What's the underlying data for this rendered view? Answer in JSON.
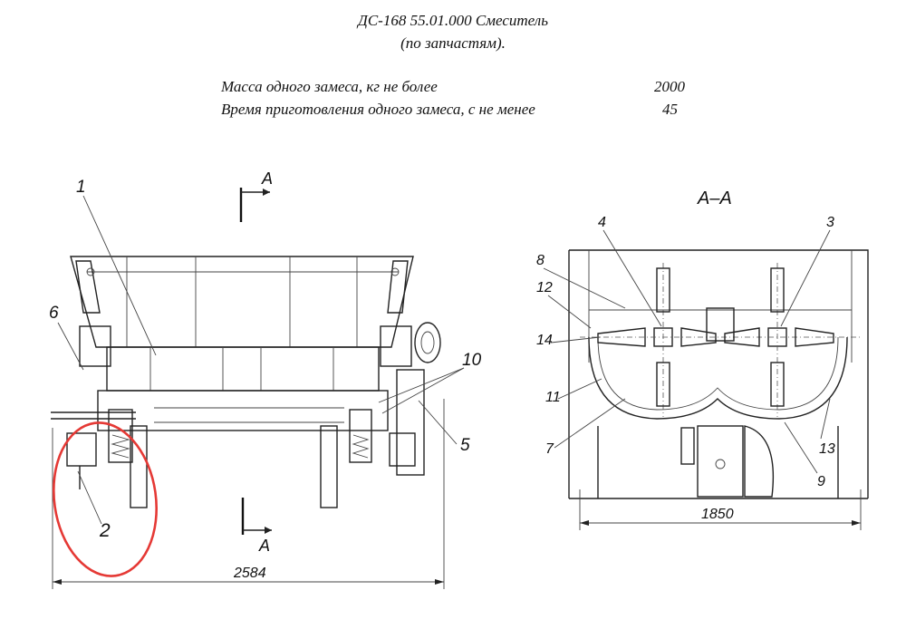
{
  "header": {
    "title_line1": "ДС-168 55.01.000 Смеситель",
    "title_line2": "(по запчастям)."
  },
  "specs": {
    "mass_label": "Масса одного замеса, кг не более",
    "mass_value": "2000",
    "time_label": "Время приготовления одного замеса, с не менее",
    "time_value": "45"
  },
  "front_view": {
    "section_mark_top": "А",
    "section_mark_bottom": "А",
    "width_dimension": "2584",
    "callouts": [
      "1",
      "6",
      "10",
      "5",
      "2"
    ]
  },
  "section_view": {
    "title": "А–А",
    "width_dimension": "1850",
    "callouts": [
      "4",
      "3",
      "8",
      "12",
      "14",
      "11",
      "7",
      "13",
      "9"
    ]
  },
  "highlight": {
    "color": "#e53935",
    "target_part": "2"
  },
  "colors": {
    "line": "#222222",
    "background": "#ffffff"
  }
}
